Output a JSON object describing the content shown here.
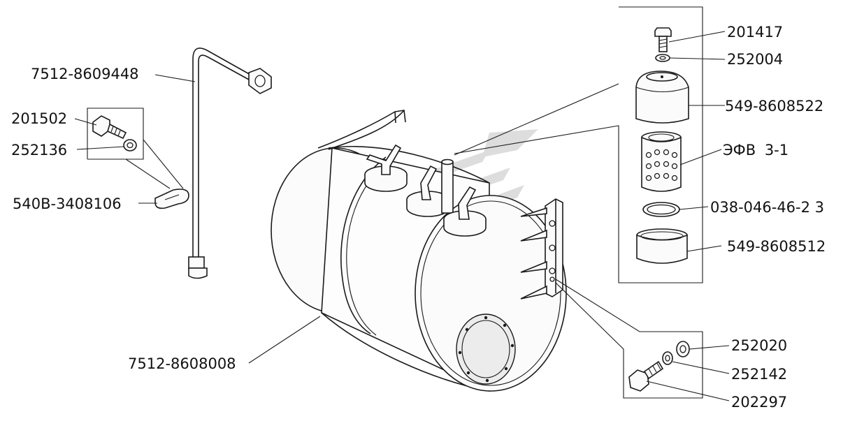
{
  "labels": {
    "tube": "7512-8609448",
    "bolt_clip": "201502",
    "washer_clip": "252136",
    "clip": "540B-3408106",
    "tank": "7512-8608008",
    "filter_bolt": "201417",
    "filter_washer": "252004",
    "filter_cap": "549-8608522",
    "filter_element": "ЭФВ 3-1",
    "o_ring": "038-046-46-2 3",
    "filter_base": "549-8608512",
    "washer_flat": "252020",
    "washer_spring": "252142",
    "bracket_bolt": "202297"
  },
  "colors": {
    "line": "#1a1a1a",
    "watermark": "#d8d8d8"
  }
}
